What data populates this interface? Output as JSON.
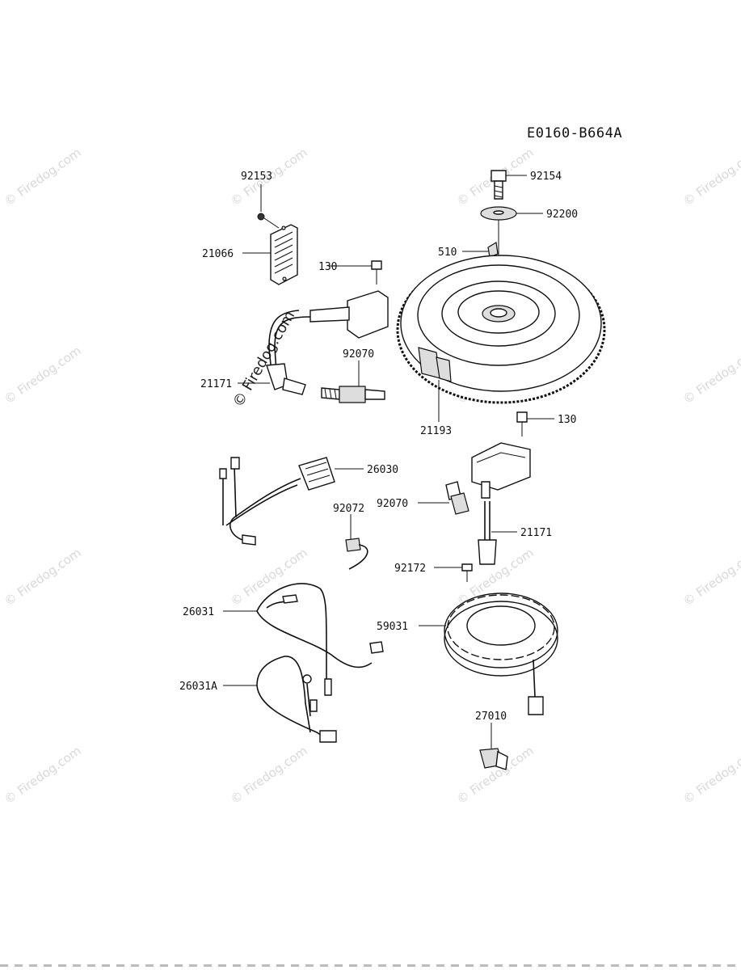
{
  "diagram_code": "E0160-B664A",
  "watermark_text": "© Firedog.com",
  "labels": {
    "p92153": "92153",
    "p21066": "21066",
    "p130a": "130",
    "p92070a": "92070",
    "p21171a": "21171",
    "p92154": "92154",
    "p92200": "92200",
    "p510": "510",
    "p21193": "21193",
    "p130b": "130",
    "p26030": "26030",
    "p92072": "92072",
    "p92070b": "92070",
    "p21171b": "21171",
    "p92172": "92172",
    "p26031": "26031",
    "p59031": "59031",
    "p26031A": "26031A",
    "p27010": "27010"
  }
}
